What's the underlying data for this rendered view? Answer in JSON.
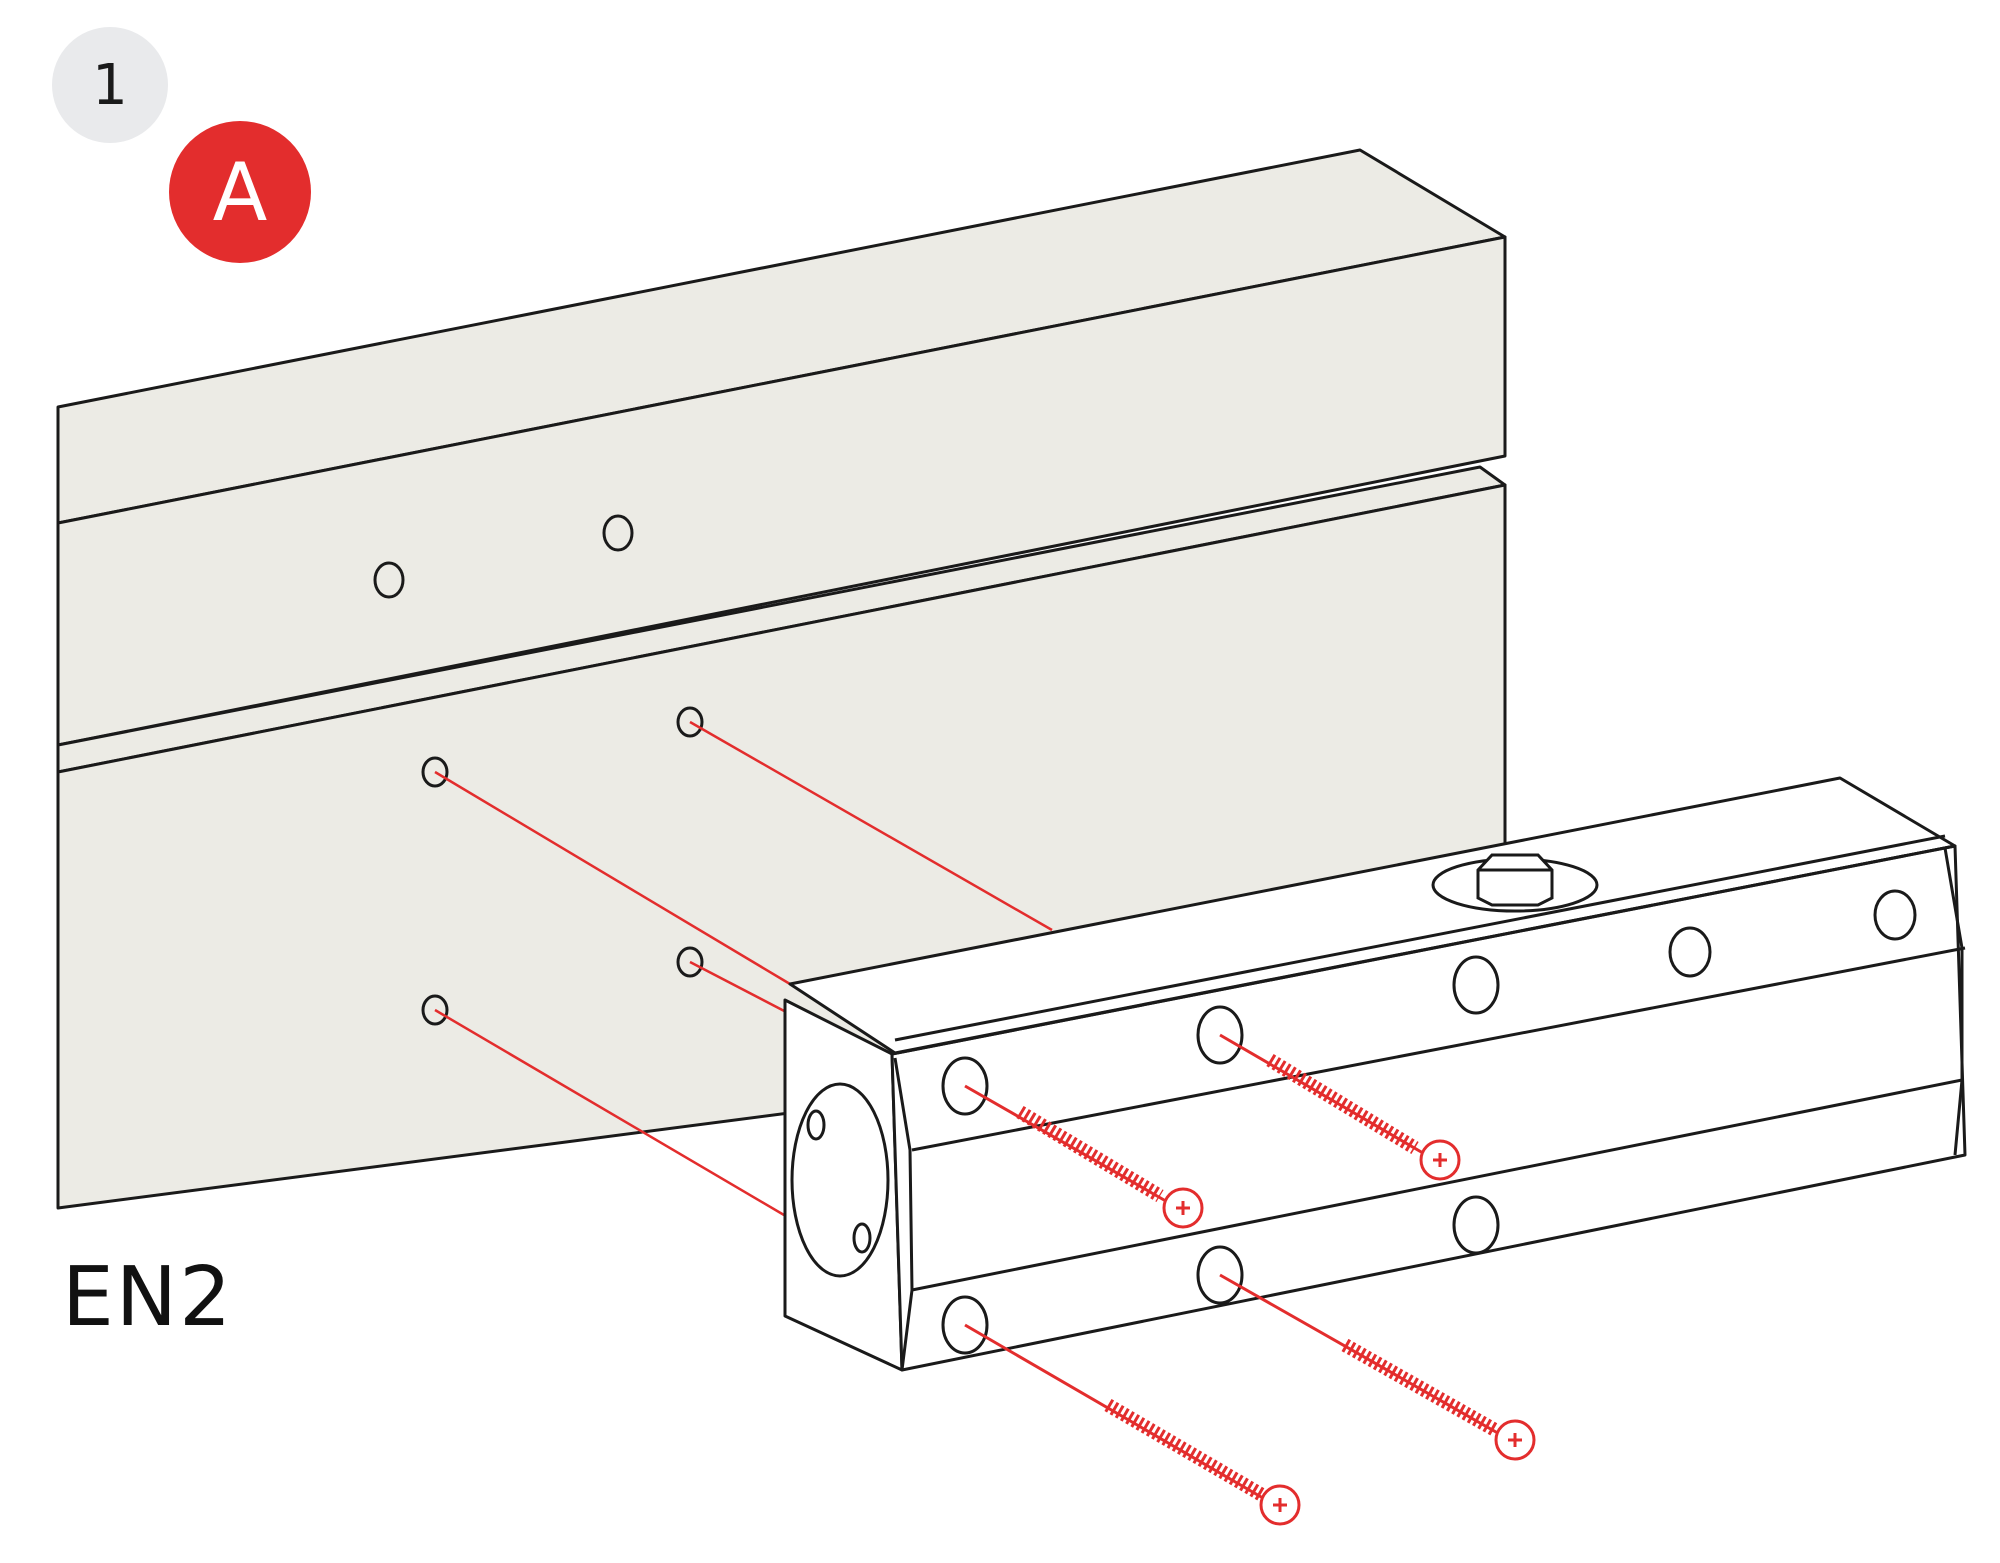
{
  "step_number": "1",
  "part_letter": "A",
  "model_label": "EN2",
  "colors": {
    "step_badge_bg": "#e9eaec",
    "part_badge_bg": "#e32d2d",
    "door_fill": "#ecebe5",
    "outline": "#1a1a1a",
    "guide_line": "#e32d2d",
    "screw_red": "#e32d2d"
  },
  "icons": [
    "door-frame-icon",
    "door-closer-icon",
    "screw-icon",
    "adjustment-valve-icon"
  ]
}
